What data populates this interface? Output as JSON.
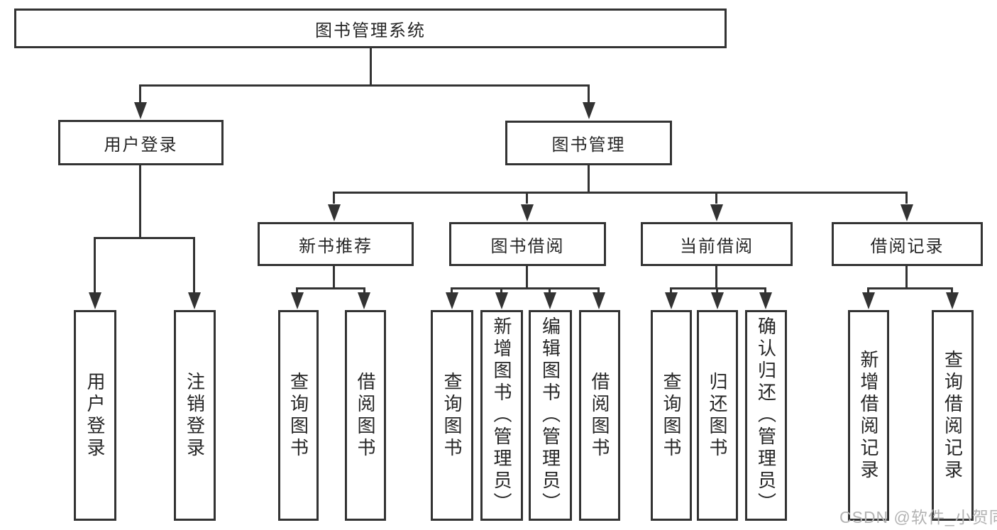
{
  "tree": {
    "root": {
      "label": "图书管理系统"
    },
    "branches": [
      {
        "label": "用户登录",
        "children": [
          {
            "label": "用户登录"
          },
          {
            "label": "注销登录"
          }
        ]
      },
      {
        "label": "图书管理",
        "children": [
          {
            "label": "新书推荐",
            "children": [
              {
                "label": "查询图书"
              },
              {
                "label": "借阅图书"
              }
            ]
          },
          {
            "label": "图书借阅",
            "children": [
              {
                "label": "查询图书"
              },
              {
                "label": "新增图书（管理员）"
              },
              {
                "label": "编辑图书（管理员）"
              },
              {
                "label": "借阅图书"
              }
            ]
          },
          {
            "label": "当前借阅",
            "children": [
              {
                "label": "查询图书"
              },
              {
                "label": "归还图书"
              },
              {
                "label": "确认归还（管理员）"
              }
            ]
          },
          {
            "label": "借阅记录",
            "children": [
              {
                "label": "新增借阅记录"
              },
              {
                "label": "查询借阅记录"
              }
            ]
          }
        ]
      }
    ]
  },
  "watermark": "CSDN @软件_小贺同学",
  "colors": {
    "line": "#333333",
    "text": "#262626",
    "watermark": "#b3b3b3",
    "background": "#ffffff"
  }
}
